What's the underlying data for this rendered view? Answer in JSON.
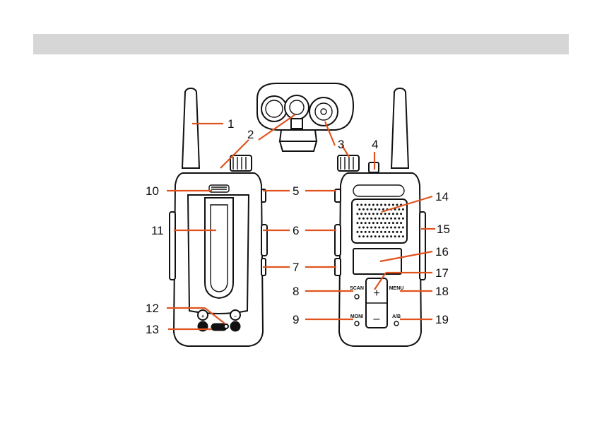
{
  "header": {
    "text": ""
  },
  "callouts": {
    "c1": "1",
    "c2": "2",
    "c3": "3",
    "c4": "4",
    "c5": "5",
    "c6": "6",
    "c7": "7",
    "c8": "8",
    "c9": "9",
    "c10": "10",
    "c11": "11",
    "c12": "12",
    "c13": "13",
    "c14": "14",
    "c15": "15",
    "c16": "16",
    "c17": "17",
    "c18": "18",
    "c19": "19"
  },
  "keys": {
    "scan": "SCAN",
    "moni": "MONI",
    "menu": "MENU",
    "ab": "A/B",
    "plus": "+",
    "minus": "–",
    "vol_plus": "+",
    "vol_minus": "–"
  },
  "colors": {
    "leader": "#e0531f",
    "header_bar": "#d6d6d6",
    "outline": "#111111"
  }
}
